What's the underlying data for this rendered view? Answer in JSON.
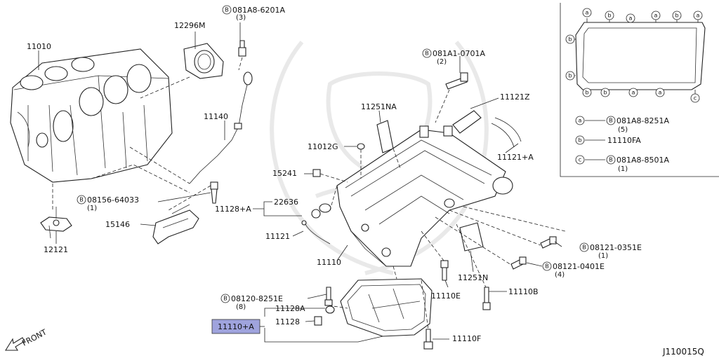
{
  "diagram_code": "J110015Q",
  "front_label": "FRONT",
  "highlighted_part": "11110+A",
  "labels": {
    "p11010": "11010",
    "p12296m": "12296M",
    "b081a8_6201a": "081A8-6201A",
    "q3": "(3)",
    "p11140": "11140",
    "b08156_64033": "08156-64033",
    "q1a": "(1)",
    "p15146": "15146",
    "p12121": "12121",
    "b081a1_0701a": "081A1-0701A",
    "q2": "(2)",
    "p11251na": "11251NA",
    "p11121z": "11121Z",
    "p11012g": "11012G",
    "p11121a": "11121+A",
    "p15241": "15241",
    "p11128a_grp": "11128+A",
    "p22636": "22636",
    "p11121": "11121",
    "p11110": "11110",
    "b08121_0351e": "08121-0351E",
    "q1b": "(1)",
    "b08121_0401e": "08121-0401E",
    "q4": "(4)",
    "p11251n": "11251N",
    "p11110e": "11110E",
    "p11110b": "11110B",
    "b08120_8251e": "08120-8251E",
    "q8": "(8)",
    "p11128a": "11128A",
    "p11128": "11128",
    "p11110a": "11110+A",
    "p11110f": "11110F"
  },
  "legend": {
    "a_key": "a",
    "a_part": "081A8-8251A",
    "a_qty": "(5)",
    "b_key": "b",
    "b_part": "11110FA",
    "c_key": "c",
    "c_part": "081A8-8501A",
    "c_qty": "(1)"
  },
  "bolt_marker": "B"
}
